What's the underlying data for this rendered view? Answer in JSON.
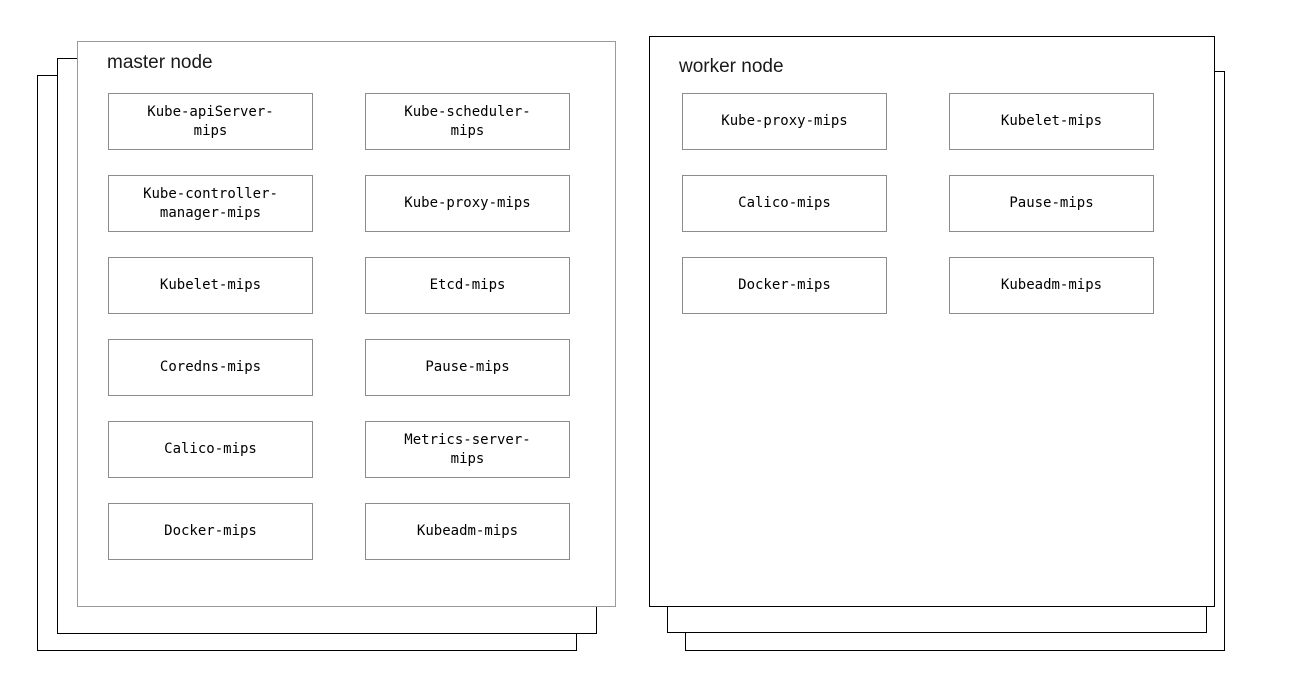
{
  "diagram": {
    "type": "kubernetes-cluster-node-components",
    "background_color": "#ffffff",
    "box_border_color": "#8c8c8c",
    "card_border_color": "#000000",
    "front_card_border_color": "#9a9a9a",
    "text_color": "#000000"
  },
  "nodes": [
    {
      "id": "master",
      "title": "master node",
      "stack_layers": 3,
      "components": [
        {
          "label": "Kube-apiServer-\nmips"
        },
        {
          "label": "Kube-scheduler-\nmips"
        },
        {
          "label": "Kube-controller-\nmanager-mips"
        },
        {
          "label": "Kube-proxy-mips"
        },
        {
          "label": "Kubelet-mips"
        },
        {
          "label": "Etcd-mips"
        },
        {
          "label": "Coredns-mips"
        },
        {
          "label": "Pause-mips"
        },
        {
          "label": "Calico-mips"
        },
        {
          "label": "Metrics-server-\nmips"
        },
        {
          "label": "Docker-mips"
        },
        {
          "label": "Kubeadm-mips"
        }
      ]
    },
    {
      "id": "worker",
      "title": "worker node",
      "stack_layers": 3,
      "components": [
        {
          "label": "Kube-proxy-mips"
        },
        {
          "label": "Kubelet-mips"
        },
        {
          "label": "Calico-mips"
        },
        {
          "label": "Pause-mips"
        },
        {
          "label": "Docker-mips"
        },
        {
          "label": "Kubeadm-mips"
        }
      ]
    }
  ]
}
